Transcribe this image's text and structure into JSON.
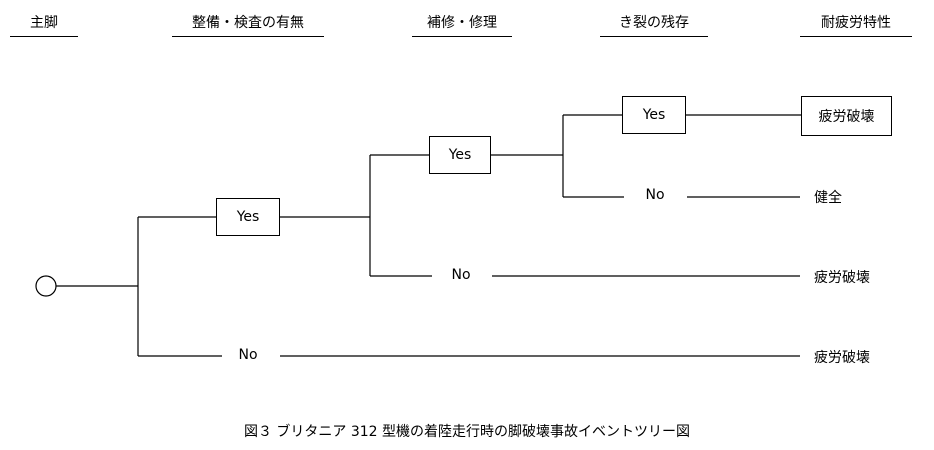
{
  "columns": {
    "main_leg": "主脚",
    "maintenance": "整備・検査の有無",
    "repair": "補修・修理",
    "crack": "き裂の残存",
    "fatigue": "耐疲労特性"
  },
  "branches": {
    "maintenance_yes": "Yes",
    "maintenance_no": "No",
    "repair_yes": "Yes",
    "repair_no": "No",
    "crack_yes": "Yes",
    "crack_no": "No"
  },
  "outcomes": {
    "crack_yes": "疲労破壊",
    "crack_no": "健全",
    "repair_no": "疲労破壊",
    "maintenance_no": "疲労破壊"
  },
  "caption": "図３ ブリタニア 312 型機の着陸走行時の脚破壊事故イベントツリー図"
}
